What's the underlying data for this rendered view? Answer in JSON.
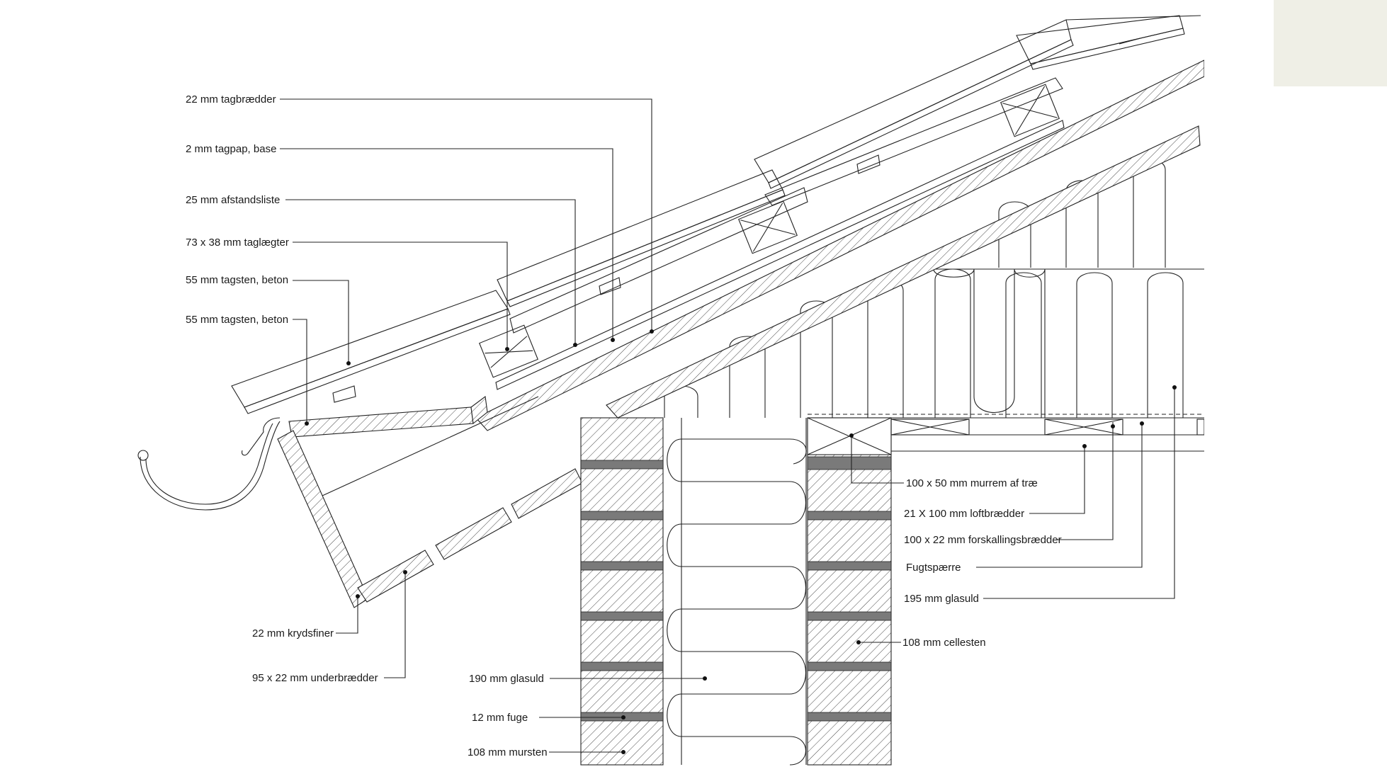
{
  "colors": {
    "corner_swatch": "#efefe6",
    "line": "#222222",
    "mortar": "#7a7a7a",
    "background": "#ffffff"
  },
  "labels": {
    "tagbraedder": "22 mm tagbrædder",
    "tagpap": "2 mm tagpap, base",
    "afstandsliste": "25 mm afstandsliste",
    "taglaegter": "73 x 38 mm taglægter",
    "tagsten_1": "55 mm tagsten, beton",
    "tagsten_2": "55 mm tagsten, beton",
    "krydsfiner": "22 mm krydsfiner",
    "underbraedder": "95 x 22 mm underbrædder",
    "glasuld_190": "190 mm glasuld",
    "fuge": "12 mm fuge",
    "mursten": "108 mm mursten",
    "murrem": "100 x 50 mm murrem af træ",
    "loftbraedder": "21 X 100 mm loftbrædder",
    "forskallingsbraedder": "100 x 22 mm forskallingsbrædder",
    "fugtspaerre": "Fugtspærre",
    "glasuld_195": "195 mm glasuld",
    "cellesten": "108 mm cellesten"
  }
}
